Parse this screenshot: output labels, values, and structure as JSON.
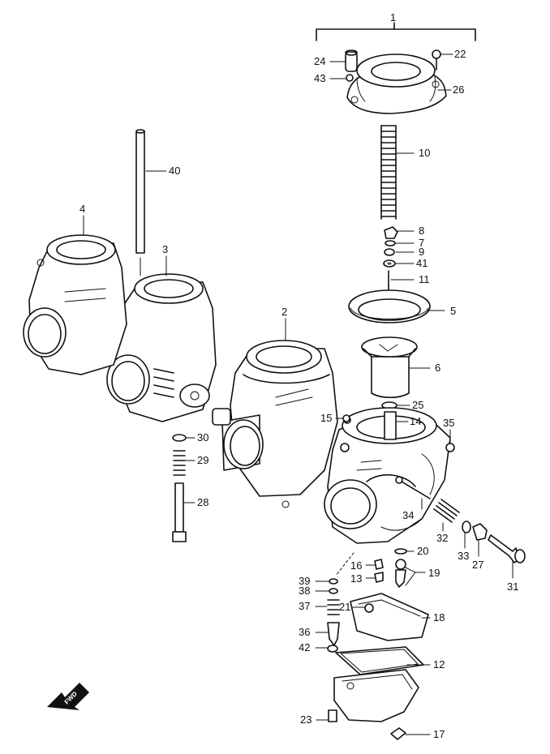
{
  "callouts": [
    {
      "id": "c1",
      "text": "1"
    },
    {
      "id": "c2",
      "text": "2"
    },
    {
      "id": "c3",
      "text": "3"
    },
    {
      "id": "c4",
      "text": "4"
    },
    {
      "id": "c5",
      "text": "5"
    },
    {
      "id": "c6",
      "text": "6"
    },
    {
      "id": "c7",
      "text": "7"
    },
    {
      "id": "c8",
      "text": "8"
    },
    {
      "id": "c9",
      "text": "9"
    },
    {
      "id": "c10",
      "text": "10"
    },
    {
      "id": "c11",
      "text": "11"
    },
    {
      "id": "c12",
      "text": "12"
    },
    {
      "id": "c13",
      "text": "13"
    },
    {
      "id": "c14",
      "text": "14"
    },
    {
      "id": "c15",
      "text": "15"
    },
    {
      "id": "c16",
      "text": "16"
    },
    {
      "id": "c17",
      "text": "17"
    },
    {
      "id": "c18",
      "text": "18"
    },
    {
      "id": "c19",
      "text": "19"
    },
    {
      "id": "c20",
      "text": "20"
    },
    {
      "id": "c21",
      "text": "21"
    },
    {
      "id": "c22",
      "text": "22"
    },
    {
      "id": "c23",
      "text": "23"
    },
    {
      "id": "c24",
      "text": "24"
    },
    {
      "id": "c25",
      "text": "25"
    },
    {
      "id": "c26",
      "text": "26"
    },
    {
      "id": "c27",
      "text": "27"
    },
    {
      "id": "c28",
      "text": "28"
    },
    {
      "id": "c29",
      "text": "29"
    },
    {
      "id": "c30",
      "text": "30"
    },
    {
      "id": "c31",
      "text": "31"
    },
    {
      "id": "c32",
      "text": "32"
    },
    {
      "id": "c33",
      "text": "33"
    },
    {
      "id": "c34",
      "text": "34"
    },
    {
      "id": "c35",
      "text": "35"
    },
    {
      "id": "c36",
      "text": "36"
    },
    {
      "id": "c37",
      "text": "37"
    },
    {
      "id": "c38",
      "text": "38"
    },
    {
      "id": "c39",
      "text": "39"
    },
    {
      "id": "c40",
      "text": "40"
    },
    {
      "id": "c41",
      "text": "41"
    },
    {
      "id": "c42",
      "text": "42"
    },
    {
      "id": "c43",
      "text": "43"
    }
  ],
  "direction_marker": {
    "text": "FWD",
    "icon": "arrow-left-down-icon"
  }
}
